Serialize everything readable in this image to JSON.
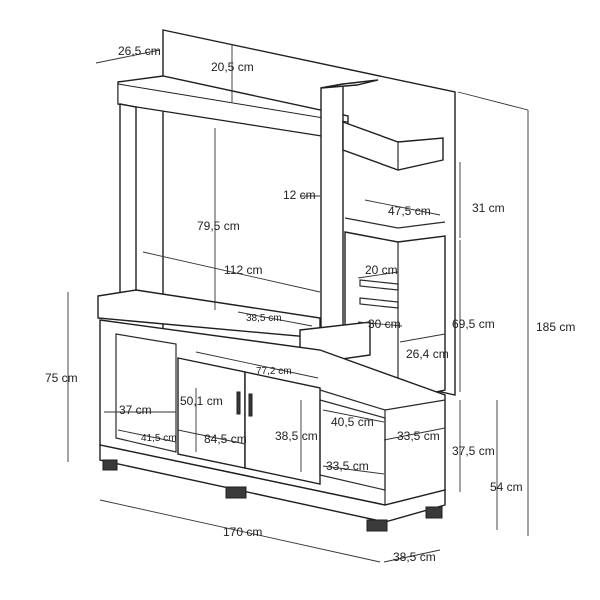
{
  "diagram": {
    "subject": "entertainment center furniture dimension drawing",
    "dimensions": {
      "top_depth": "26,5 cm",
      "top_shelf_depth": "20,5 cm",
      "post_width": "12 cm",
      "tv_opening_height": "79,5 cm",
      "tv_opening_width": "112 cm",
      "shelf_width": "47,5 cm",
      "shelf_gap": "31 cm",
      "inner_shelf_width": "20 cm",
      "inner_shelf_depth": "30 cm",
      "tower_height": "69,5 cm",
      "tower_depth": "26,4 cm",
      "overall_height": "185 cm",
      "drawer_depth": "38,5 cm",
      "desk_width": "77,2 cm",
      "base_height": "75  cm",
      "door_height": "50,1 cm",
      "left_niche_width": "37 cm",
      "left_niche_depth": "41,5 cm",
      "doors_width": "84,5 cm",
      "door_depth": "38,5 cm",
      "right_niche_width": "40,5 cm",
      "right_niche_side_depth": "33,5 cm",
      "right_niche_inner_depth": "33,5 cm",
      "base_right_height": "37,5 cm",
      "floor_height": "54 cm",
      "overall_width": "170 cm",
      "overall_depth": "38,5 cm"
    }
  }
}
